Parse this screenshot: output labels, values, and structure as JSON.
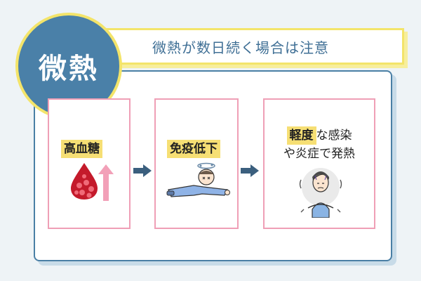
{
  "badge": {
    "label": "微熱"
  },
  "banner": {
    "text": "微熱が数日続く場合は注意"
  },
  "steps": [
    {
      "label": "高血糖",
      "icons": [
        "blood-drop-icon",
        "up-arrow-icon"
      ]
    },
    {
      "label": "免疫低下",
      "icons": [
        "dizzy-person-icon"
      ]
    },
    {
      "highlight": "軽度",
      "text_line1": "な感染",
      "text_line2": "や炎症で発熱",
      "icons": [
        "shivering-person-icon"
      ]
    }
  ],
  "colors": {
    "badge": "#4a80a8",
    "accent_yellow": "#f3e46a",
    "card_border": "#ef9fb6",
    "panel_border": "#4a7fa5",
    "arrow": "#3b5f7e",
    "title_text": "#3f6f95"
  }
}
